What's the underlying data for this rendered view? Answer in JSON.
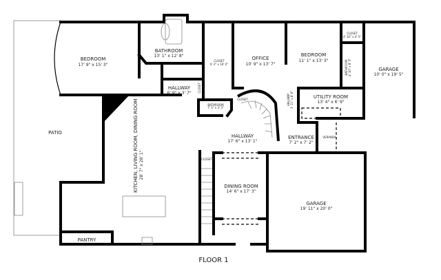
{
  "floor_label": "FLOOR 1",
  "rooms": {
    "bedroom_master": {
      "name": "BEDROOM",
      "size": "17' 9\" x 15' 3\""
    },
    "bathroom_master": {
      "name": "BATHROOM",
      "size": "13' 1\" x 12' 8\""
    },
    "closet_large": {
      "name": "CLOSET",
      "size": "6' 2\" x 16' 0\""
    },
    "hallway_small": {
      "name": "HALLWAY",
      "size": "6' 9\" x 3' 7\""
    },
    "closet_hall": {
      "name": "CLOSET"
    },
    "bathroom_small": {
      "name": "BATHROOM",
      "size": "7' 3\" x 3' 3\""
    },
    "closet_stairs": {
      "name": "CLOSET"
    },
    "office": {
      "name": "OFFICE",
      "size": "10' 9\" x 13' 7\""
    },
    "bedroom_2": {
      "name": "BEDROOM",
      "size": "11' 1\" x 13' 3\""
    },
    "closet_bed2": {
      "name": "CLOSET",
      "size": "4' 10\" x 4' 5\""
    },
    "bathroom_bed2": {
      "name": "BATHROOM",
      "size": "4' 10\" x 8' 5\""
    },
    "hallway_vertical": {
      "name": "HALLWAY",
      "size": "3' 11\" x 8' 6\""
    },
    "utility_room": {
      "name": "UTILITY ROOM",
      "size": "13' 4\" x 6' 9\""
    },
    "garage_1": {
      "name": "GARAGE",
      "size": "10' 0\" x 19' 5\""
    },
    "patio": {
      "name": "PATIO"
    },
    "kitchen_living_dining": {
      "name": "KITCHEN, LIVING ROOM, DINING ROOM",
      "size": "28' 7\" x 28' 1\""
    },
    "hallway_main": {
      "name": "HALLWAY",
      "size": "17' 6\" x 13' 1\""
    },
    "entrance": {
      "name": "ENTRANCE",
      "size": "7' 2\" x 7' 2\""
    },
    "veranda": {
      "name": "VERANDA"
    },
    "closet_under_stairs": {
      "name": "CLOSET"
    },
    "dining_room": {
      "name": "DINING ROOM",
      "size": "14' 6\" x 17' 3\""
    },
    "garage_2": {
      "name": "GARAGE",
      "size": "19' 11\" x 20' 0\""
    },
    "pantry": {
      "name": "PANTRY"
    }
  }
}
